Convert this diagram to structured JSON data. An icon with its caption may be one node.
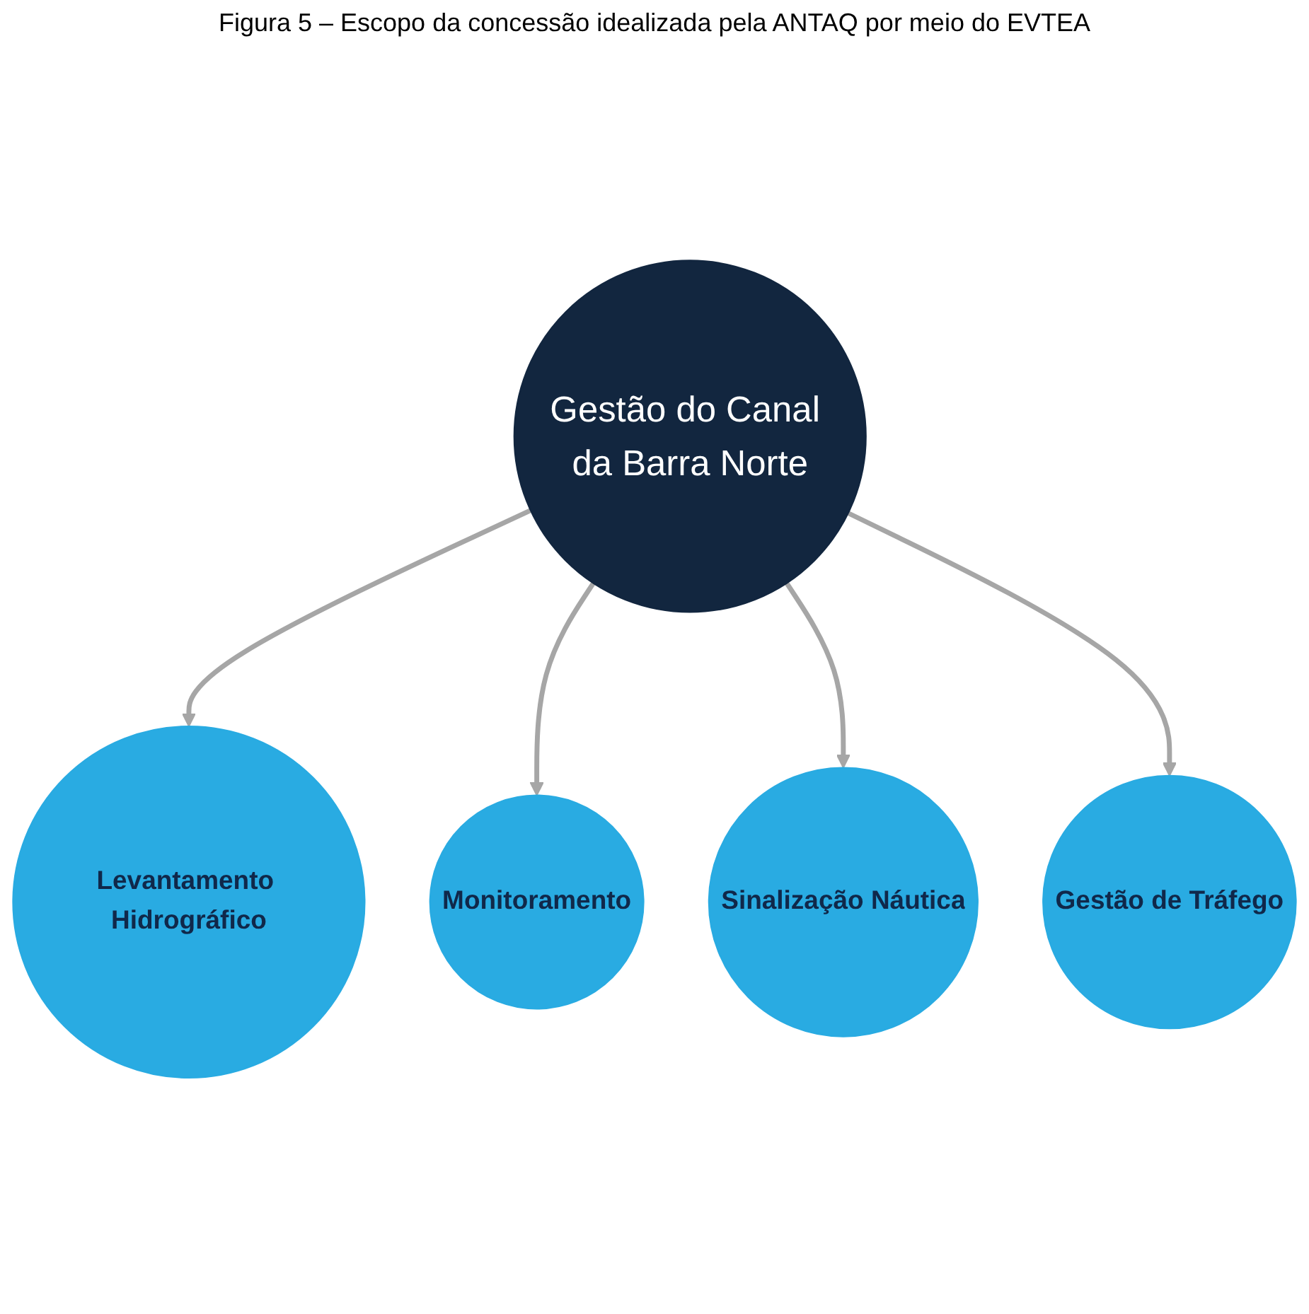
{
  "diagram": {
    "title": "Figura 5 – Escopo da concessão idealizada pela ANTAQ por meio do EVTEA",
    "nodes": [
      {
        "text": [
          "Levantamento Hidrográfico"
        ]
      },
      {
        "text": [
          "Monitoramento"
        ]
      },
      {
        "text": [
          "Gestão do Canal da Barra Norte"
        ]
      },
      {
        "text": [
          "Sinalização Náutica"
        ]
      },
      {
        "text": [
          "Gestão de Tráfego"
        ]
      }
    ],
    "edges": [
      {
        "from": 2,
        "to": 0,
        "arrow": "to"
      },
      {
        "from": 2,
        "to": 1,
        "arrow": "to"
      },
      {
        "from": 2,
        "to": 3,
        "arrow": "to"
      },
      {
        "from": 2,
        "to": 4,
        "arrow": "to"
      }
    ]
  }
}
